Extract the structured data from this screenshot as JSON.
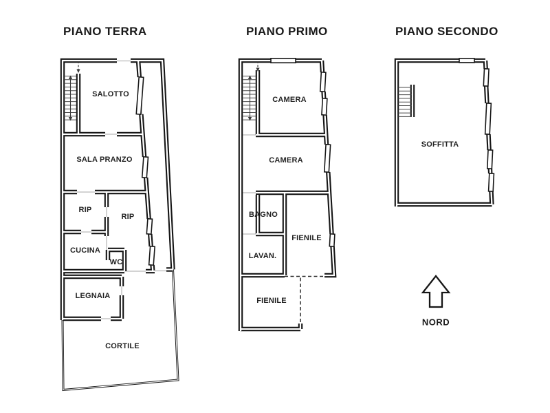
{
  "document": {
    "type": "floor-plan-sheet"
  },
  "floors": [
    {
      "title": "PIANO TERRA",
      "rooms": [
        "SALOTTO",
        "SALA PRANZO",
        "RIP",
        "RIP",
        "CUCINA",
        "WC",
        "LEGNAIA",
        "CORTILE"
      ]
    },
    {
      "title": "PIANO PRIMO",
      "rooms": [
        "CAMERA",
        "CAMERA",
        "BAGNO",
        "FIENILE",
        "LAVAN.",
        "FIENILE"
      ]
    },
    {
      "title": "PIANO SECONDO",
      "rooms": [
        "SOFFITTA"
      ]
    }
  ],
  "compass": {
    "label": "NORD",
    "direction": "up"
  },
  "colors": {
    "wall": "#161616",
    "text": "#1a1a1a",
    "background": "#ffffff",
    "sill": "#b9b9b9"
  }
}
